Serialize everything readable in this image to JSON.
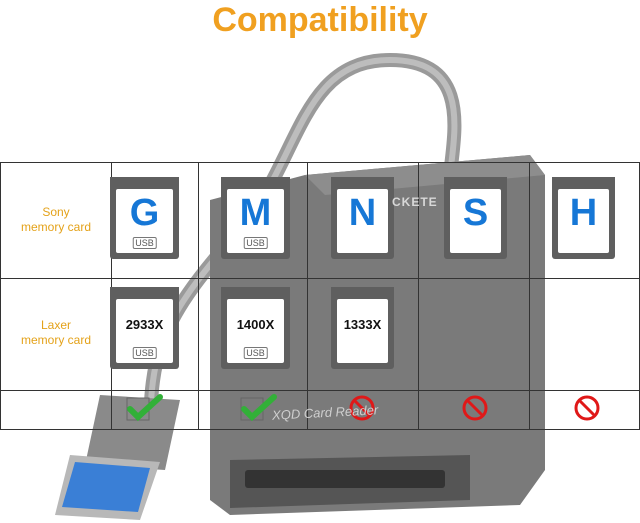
{
  "title": "Compatibility",
  "colors": {
    "title": "#f0a020",
    "label": "#e4a21a",
    "letter": "#1677d6",
    "check": "#32b038",
    "no": "#e01818"
  },
  "rows": {
    "sony": {
      "label_line1": "Sony",
      "label_line2": "memory card"
    },
    "laxer": {
      "label_line1": "Laxer",
      "label_line2": "memory card"
    }
  },
  "sony_cards": [
    {
      "letter": "G",
      "badge": "USB"
    },
    {
      "letter": "M",
      "badge": "USB"
    },
    {
      "letter": "N",
      "badge": ""
    },
    {
      "letter": "S",
      "badge": ""
    },
    {
      "letter": "H",
      "badge": ""
    }
  ],
  "laxer_cards": [
    {
      "speed": "2933X",
      "badge": "USB"
    },
    {
      "speed": "1400X",
      "badge": "USB"
    },
    {
      "speed": "1333X",
      "badge": ""
    }
  ],
  "status": [
    "supported",
    "supported",
    "not-supported",
    "not-supported",
    "not-supported"
  ],
  "background_text": {
    "brand": "CKETE",
    "model": "XQD Card Reader"
  }
}
